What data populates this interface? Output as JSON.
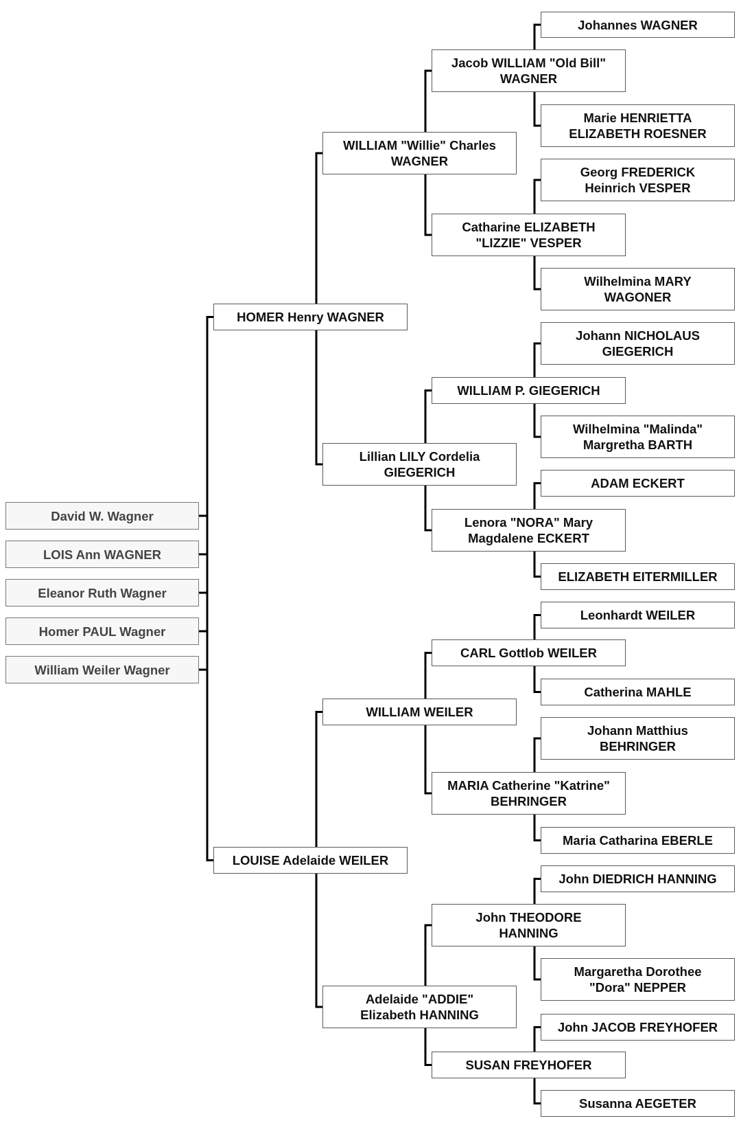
{
  "children": [
    {
      "id": "c1",
      "name": "David W. Wagner"
    },
    {
      "id": "c2",
      "name": "LOIS Ann WAGNER"
    },
    {
      "id": "c3",
      "name": "Eleanor Ruth Wagner"
    },
    {
      "id": "c4",
      "name": "Homer PAUL Wagner"
    },
    {
      "id": "c5",
      "name": "William Weiler Wagner"
    }
  ],
  "parents": [
    {
      "id": "p1",
      "name": "HOMER Henry WAGNER"
    },
    {
      "id": "p2",
      "name": "LOUISE Adelaide WEILER"
    }
  ],
  "grandparents": [
    {
      "id": "g1",
      "name": "WILLIAM \"Willie\" Charles\nWAGNER"
    },
    {
      "id": "g2",
      "name": "Lillian LILY Cordelia\nGIEGERICH"
    },
    {
      "id": "g3",
      "name": "WILLIAM WEILER"
    },
    {
      "id": "g4",
      "name": "Adelaide \"ADDIE\"\nElizabeth HANNING"
    }
  ],
  "great_grandparents": [
    {
      "id": "gg1",
      "name": "Jacob WILLIAM \"Old Bill\"\nWAGNER"
    },
    {
      "id": "gg2",
      "name": "Catharine ELIZABETH\n\"LIZZIE\" VESPER"
    },
    {
      "id": "gg3",
      "name": "WILLIAM P. GIEGERICH"
    },
    {
      "id": "gg4",
      "name": "Lenora \"NORA\" Mary\nMagdalene ECKERT"
    },
    {
      "id": "gg5",
      "name": "CARL Gottlob WEILER"
    },
    {
      "id": "gg6",
      "name": "MARIA Catherine \"Katrine\"\nBEHRINGER"
    },
    {
      "id": "gg7",
      "name": "John THEODORE\nHANNING"
    },
    {
      "id": "gg8",
      "name": "SUSAN FREYHOFER"
    }
  ],
  "great_great_grandparents": [
    {
      "id": "ggg1",
      "name": "Johannes WAGNER"
    },
    {
      "id": "ggg2",
      "name": "Marie HENRIETTA\nELIZABETH ROESNER"
    },
    {
      "id": "ggg3",
      "name": "Georg FREDERICK\nHeinrich VESPER"
    },
    {
      "id": "ggg4",
      "name": "Wilhelmina MARY\nWAGONER"
    },
    {
      "id": "ggg5",
      "name": "Johann NICHOLAUS\nGIEGERICH"
    },
    {
      "id": "ggg6",
      "name": "Wilhelmina \"Malinda\"\nMargretha BARTH"
    },
    {
      "id": "ggg7",
      "name": "ADAM ECKERT"
    },
    {
      "id": "ggg8",
      "name": "ELIZABETH EITERMILLER"
    },
    {
      "id": "ggg9",
      "name": "Leonhardt WEILER"
    },
    {
      "id": "ggg10",
      "name": "Catherina MAHLE"
    },
    {
      "id": "ggg11",
      "name": "Johann Matthius\nBEHRINGER"
    },
    {
      "id": "ggg12",
      "name": "Maria Catharina EBERLE"
    },
    {
      "id": "ggg13",
      "name": "John DIEDRICH HANNING"
    },
    {
      "id": "ggg14",
      "name": "Margaretha Dorothee\n\"Dora\" NEPPER"
    },
    {
      "id": "ggg15",
      "name": "John JACOB FREYHOFER"
    },
    {
      "id": "ggg16",
      "name": "Susanna AEGETER"
    }
  ]
}
